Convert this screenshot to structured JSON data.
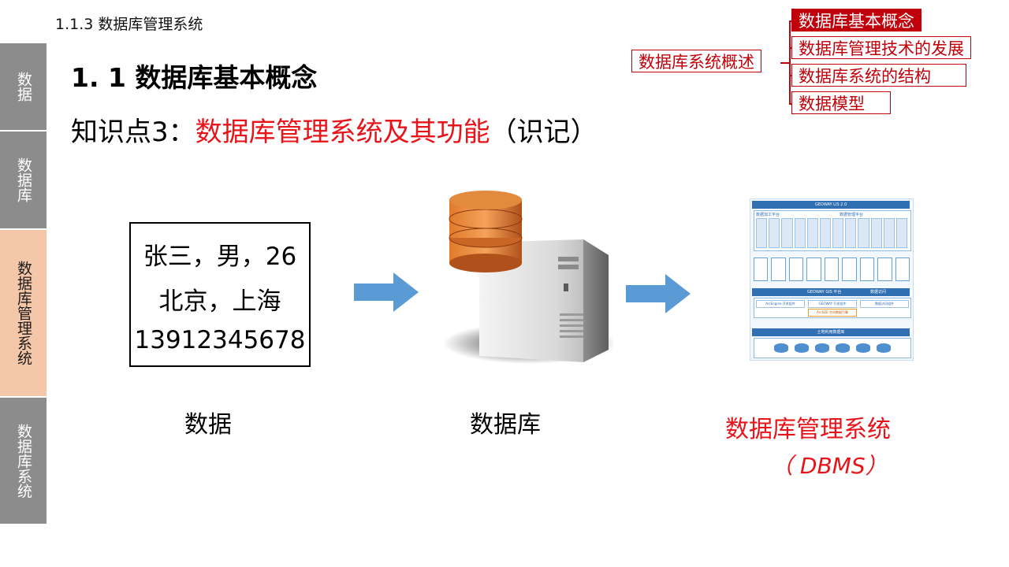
{
  "breadcrumb": "1.1.3 数据库管理系统",
  "side_tabs": [
    "数据",
    "数据库",
    "数据库管理系统",
    "数据库系统"
  ],
  "section_title": "1. 1  数据库基本概念",
  "knowledge_point": {
    "prefix": "知识点3：",
    "highlight": "数据库管理系统及其功能",
    "suffix": "（识记）"
  },
  "toc": {
    "root": "数据库系统概述",
    "items": [
      "数据库基本概念",
      "数据库管理技术的发展",
      "数据库系统的结构",
      "数据模型"
    ]
  },
  "data_box": [
    "张三，男，26",
    "北京，上海",
    "13912345678"
  ],
  "diagram_architecture": {
    "header": "GEOWAY LIS 2.0",
    "left_group": "数据加工平台",
    "right_group": "数据管理平台",
    "platform_title": "GEOWAY GIS 平台",
    "platform_right": "数据访问",
    "components": [
      "ArcEngine 开发组件",
      "GEOWAY 开发组件",
      "数据访问组件"
    ],
    "engine": "ArcSDE 空间数据引擎",
    "db_title": "土地利用数据库"
  },
  "captions": {
    "data": "数据",
    "database": "数据库",
    "dbms": "数据库管理系统",
    "dbms_abbr": "（ DBMS）"
  },
  "colors": {
    "accent_red": "#e8141a",
    "toc_red": "#c0000a",
    "side_gray": "#8c8c8c",
    "side_active": "#f4c7a9",
    "arrow_blue": "#5b9bd5"
  },
  "icons": [
    "right-arrow-icon",
    "database-server-icon",
    "system-architecture-diagram"
  ]
}
